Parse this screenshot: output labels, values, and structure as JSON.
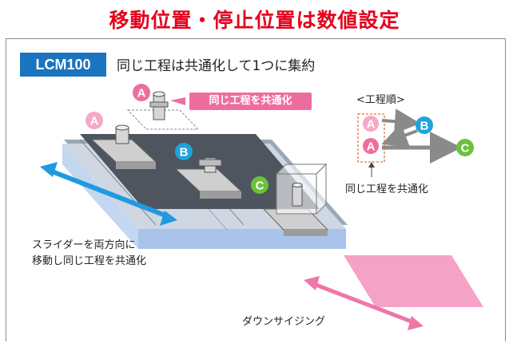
{
  "title": "移動位置・停止位置は数値設定",
  "badge": "LCM100",
  "subtitle": "同じ工程は共通化して1つに集約",
  "callout": "同じ工程を共通化",
  "process_order_label": "<工程順>",
  "common_label": "同じ工程を共通化",
  "slider_note_line1": "スライダーを両方向に",
  "slider_note_line2": "移動し同じ工程を共通化",
  "downsizing_label": "ダウンサイジング",
  "markers": {
    "a": "A",
    "b": "B",
    "c": "C"
  },
  "colors": {
    "title_red": "#e5001c",
    "badge_blue": "#1a74bf",
    "marker_a": "#ee6d9f",
    "marker_a_light": "#f5a8c7",
    "marker_b": "#20a3dd",
    "marker_c": "#6cc13c",
    "arrow_blue": "#1f9ae0",
    "arrow_pink": "#ee77a8",
    "footprint_pink": "#f4a3c6",
    "arrow_gray": "#8a8a8a"
  }
}
